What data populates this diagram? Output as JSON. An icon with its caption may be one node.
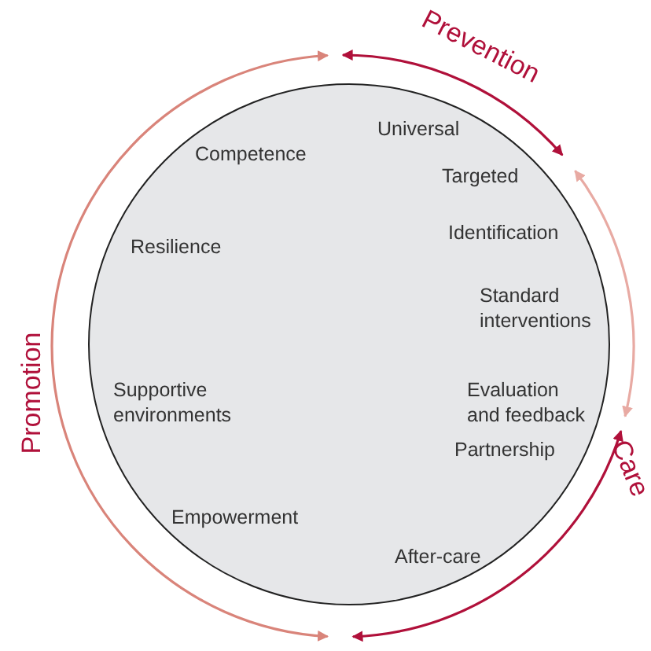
{
  "diagram": {
    "nodes": [
      {
        "text": [
          "Universal",
          "Competence",
          "Targeted",
          "Identification",
          "Resilience",
          "Standard interventions",
          "Supportive environments",
          "Evaluation and feedback",
          "Partnership",
          "Empowerment",
          "After-care"
        ]
      }
    ],
    "labels": [
      "Prevention",
      "Promotion",
      "Care"
    ]
  }
}
